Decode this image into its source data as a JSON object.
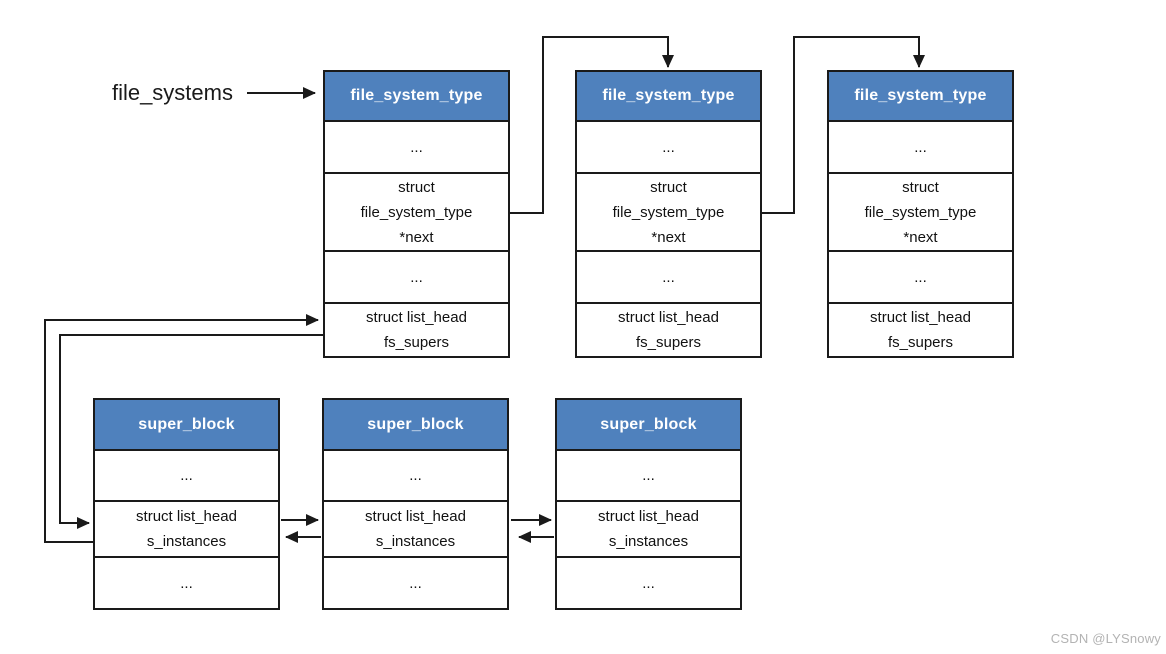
{
  "pointer": {
    "label": "file_systems"
  },
  "top_row": {
    "boxes": [
      {
        "title": "file_system_type",
        "cells": [
          "...",
          "struct\nfile_system_type\n*next",
          "...",
          "struct list_head\nfs_supers"
        ]
      },
      {
        "title": "file_system_type",
        "cells": [
          "...",
          "struct\nfile_system_type\n*next",
          "...",
          "struct list_head\nfs_supers"
        ]
      },
      {
        "title": "file_system_type",
        "cells": [
          "...",
          "struct\nfile_system_type\n*next",
          "...",
          "struct list_head\nfs_supers"
        ]
      }
    ]
  },
  "bottom_row": {
    "boxes": [
      {
        "title": "super_block",
        "cells": [
          "...",
          "struct list_head\ns_instances",
          "..."
        ]
      },
      {
        "title": "super_block",
        "cells": [
          "...",
          "struct list_head\ns_instances",
          "..."
        ]
      },
      {
        "title": "super_block",
        "cells": [
          "...",
          "struct list_head\ns_instances",
          "..."
        ]
      }
    ]
  },
  "watermark": "CSDN @LYSnowy",
  "colors": {
    "header_fill": "#4f81bd",
    "header_text": "#ffffff",
    "border": "#1a1a1a",
    "line": "#1a1a1a",
    "body_text": "#111111",
    "watermark_text": "#b3b3b3",
    "background": "#ffffff"
  }
}
